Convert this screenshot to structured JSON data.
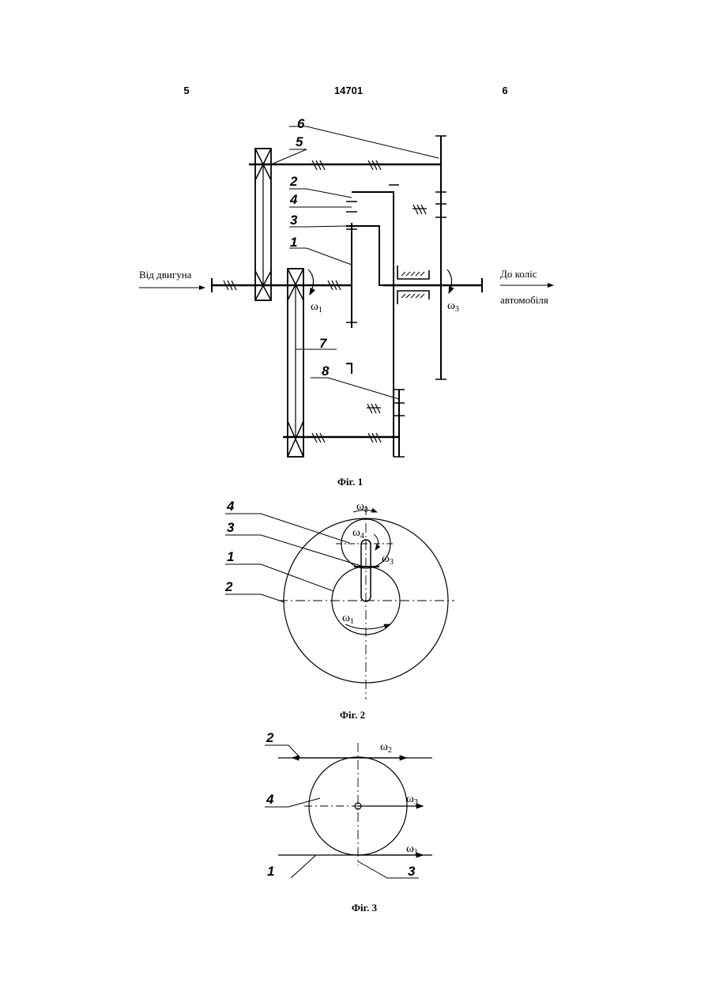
{
  "header": {
    "left_page": "5",
    "patent_number": "14701",
    "right_page": "6"
  },
  "fig1": {
    "caption": "Фіг. 1",
    "input_label": "Від двигуна",
    "output_label_1": "До коліс",
    "output_label_2": "автомобіля",
    "part_labels": [
      "6",
      "5",
      "2",
      "4",
      "3",
      "1",
      "7",
      "8"
    ],
    "omega1": "ω",
    "omega1_sub": "1",
    "omega3": "ω",
    "omega3_sub": "3"
  },
  "fig2": {
    "caption": "Фіг. 2",
    "part_labels": [
      "4",
      "3",
      "1",
      "2"
    ],
    "omega2": "ω",
    "omega2_sub": "2",
    "omega4": "ω",
    "omega4_sub": "4",
    "omega3": "ω",
    "omega3_sub": "3",
    "omega1": "ω",
    "omega1_sub": "1"
  },
  "fig3": {
    "caption": "Фіг. 3",
    "part_labels": [
      "2",
      "4",
      "1",
      "3"
    ],
    "omega2": "ω",
    "omega2_sub": "2",
    "omega3": "ω",
    "omega3_sub": "3",
    "omega1": "ω",
    "omega1_sub": "1"
  }
}
